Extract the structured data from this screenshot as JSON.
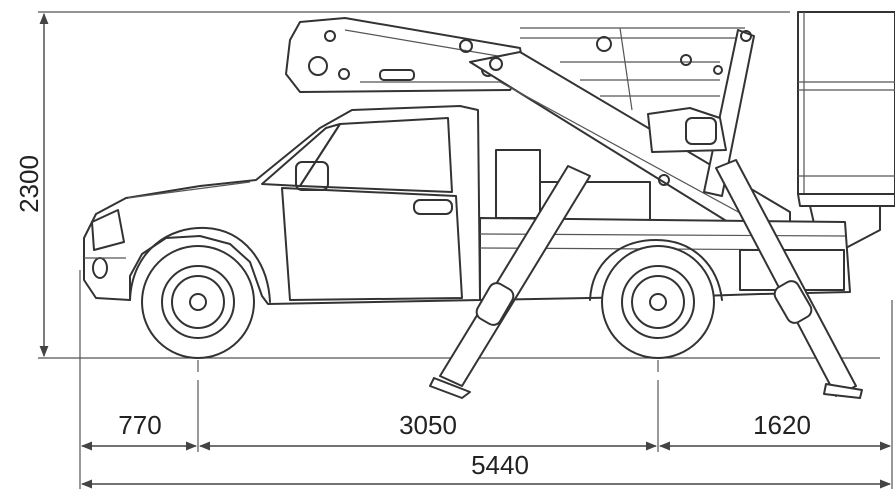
{
  "dimensions": {
    "height": "2300",
    "front_overhang": "770",
    "wheelbase": "3050",
    "rear_overhang": "1620",
    "total_length": "5440"
  }
}
